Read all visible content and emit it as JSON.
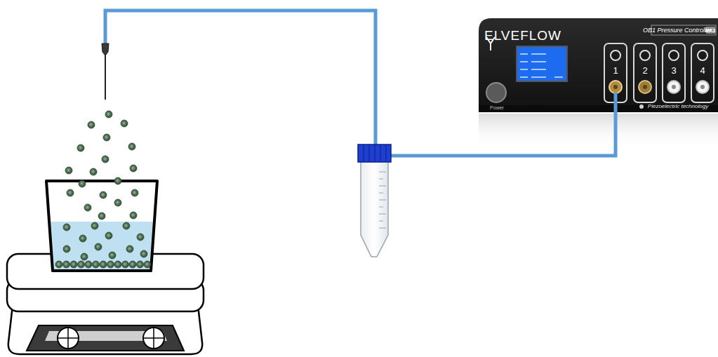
{
  "diagram": {
    "labels": [
      "ELVEFLOW",
      "OB1 Pressure Controller",
      "MK3",
      "Power",
      "1",
      "2",
      "3",
      "4",
      "Piezoelectric technology"
    ]
  }
}
